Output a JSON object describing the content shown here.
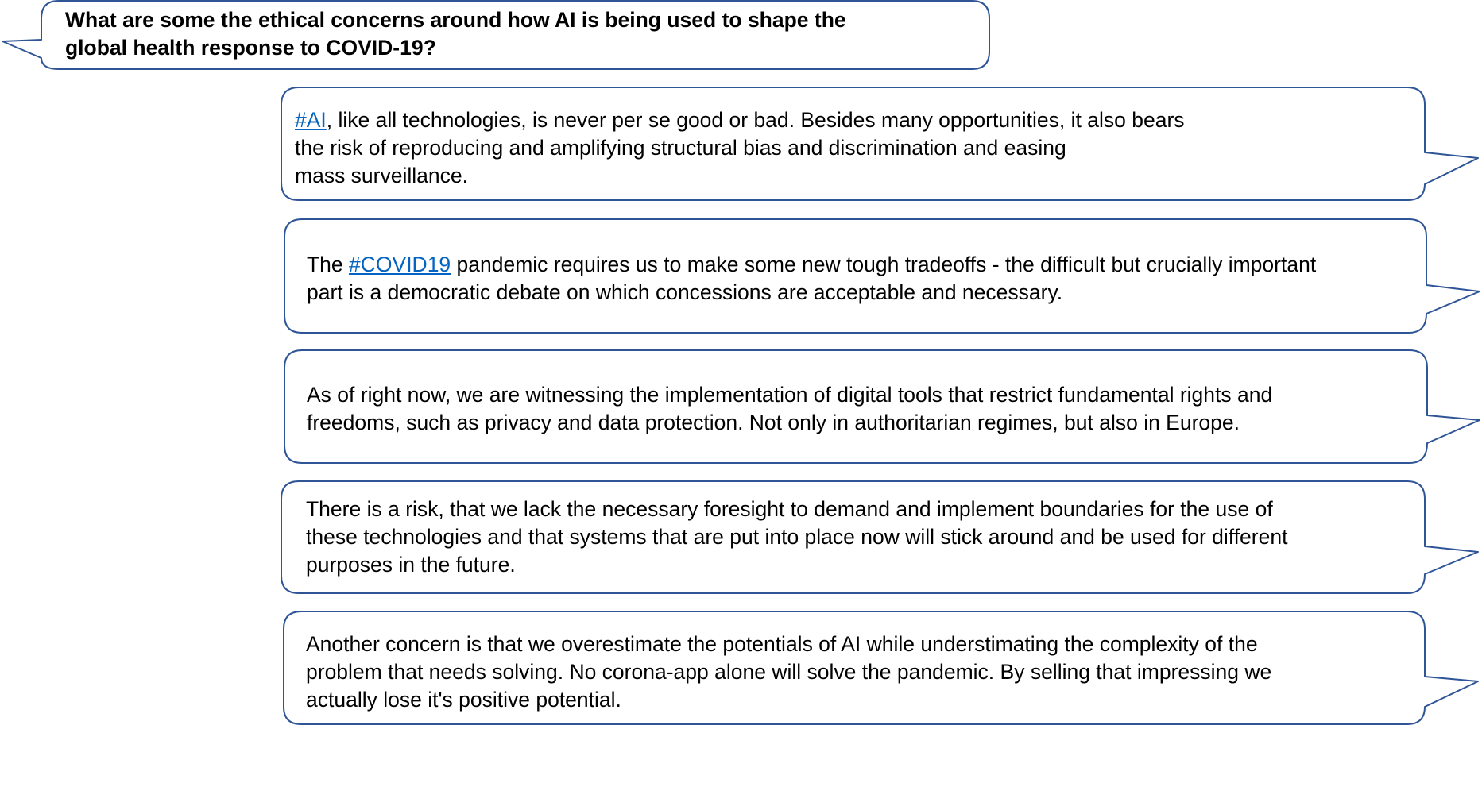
{
  "colors": {
    "bubble_border": "#2F5597",
    "text": "#000000",
    "link": "#0563C1",
    "background": "#ffffff"
  },
  "question": {
    "lines": [
      "What are some the ethical concerns around how AI is being used to shape the",
      "global health response to COVID-19?"
    ]
  },
  "answers": [
    {
      "hashtag": "#AI",
      "line1_rest": ", like all technologies, is never per se good or bad. Besides many opportunities, it also bears",
      "line2": "the risk of reproducing and amplifying structural bias and discrimination and easing",
      "line3": "mass surveillance."
    },
    {
      "prefix": "The ",
      "hashtag": "#COVID19",
      "line1_rest": " pandemic requires us to make some new tough tradeoffs - the difficult but crucially important",
      "line2": "part is a democratic debate on which concessions are acceptable and necessary."
    },
    {
      "line1": "As of right now, we are witnessing the implementation of digital tools that restrict fundamental rights and",
      "line2": "freedoms, such as privacy and data protection. Not only in authoritarian regimes, but also in Europe."
    },
    {
      "line1": "There is a risk, that we lack the necessary foresight to demand and implement boundaries for the use of",
      "line2": "these technologies and that systems that are put into place now will stick around and be used for different",
      "line3": "purposes in the future."
    },
    {
      "line1": "Another concern is that we overestimate the potentials of AI while understimating the complexity of the",
      "line2": "problem that needs solving. No corona-app alone will solve the pandemic. By selling that impressing we",
      "line3": "actually lose it's positive potential."
    }
  ]
}
